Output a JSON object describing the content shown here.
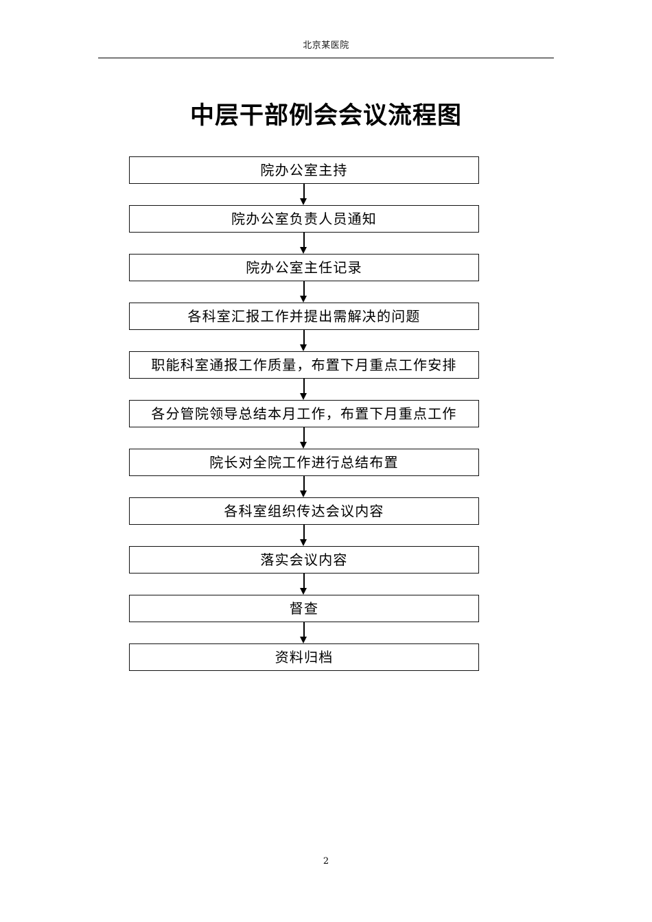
{
  "document": {
    "running_header": "北京某医院",
    "title": "中层干部例会会议流程图",
    "page_number": "2",
    "colors": {
      "text": "#000000",
      "border": "#111111",
      "background": "#ffffff",
      "rule": "#000000"
    }
  },
  "flowchart": {
    "type": "linear-process",
    "orientation": "vertical",
    "connector": "down-arrow",
    "nodes": [
      {
        "index": 1,
        "label": "院办公室主持"
      },
      {
        "index": 2,
        "label": "院办公室负责人员通知"
      },
      {
        "index": 3,
        "label": "院办公室主任记录"
      },
      {
        "index": 4,
        "label": "各科室汇报工作并提出需解决的问题"
      },
      {
        "index": 5,
        "label": "职能科室通报工作质量，布置下月重点工作安排"
      },
      {
        "index": 6,
        "label": "各分管院领导总结本月工作，布置下月重点工作"
      },
      {
        "index": 7,
        "label": "院长对全院工作进行总结布置"
      },
      {
        "index": 8,
        "label": "各科室组织传达会议内容"
      },
      {
        "index": 9,
        "label": "落实会议内容"
      },
      {
        "index": 10,
        "label": "督查"
      },
      {
        "index": 11,
        "label": "资料归档"
      }
    ]
  }
}
